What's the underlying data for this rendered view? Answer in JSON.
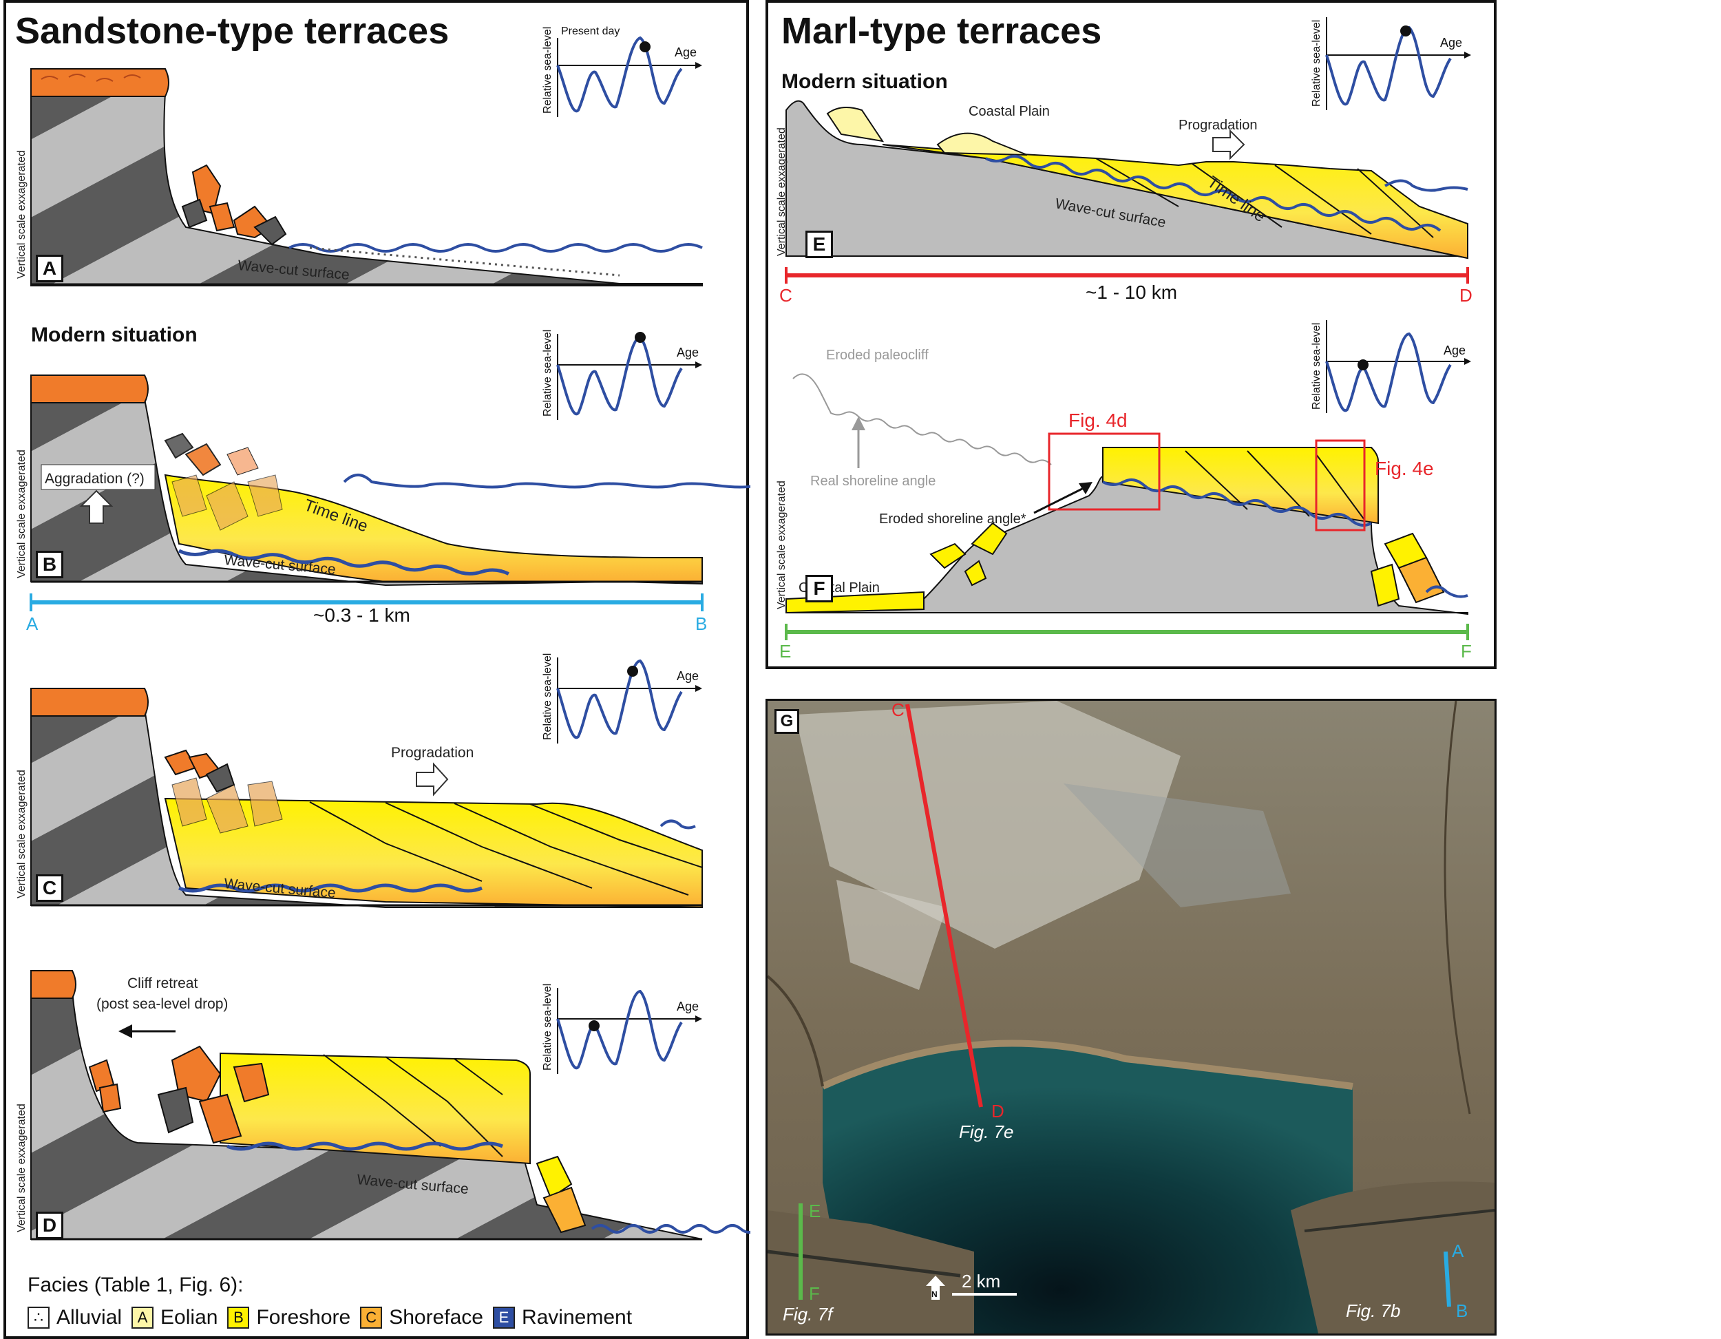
{
  "left": {
    "title": "Sandstone-type terraces",
    "modern_situation": "Modern situation",
    "vertical_scale": "Vertical scale exxagerated",
    "panels": [
      "A",
      "B",
      "C",
      "D"
    ],
    "wave_cut": "Wave-cut surface",
    "time_line": "Time line",
    "aggradation": "Aggradation (?)",
    "progradation": "Progradation",
    "cliff_retreat_1": "Cliff retreat",
    "cliff_retreat_2": "(post sea-level drop)",
    "scale_AB": {
      "start": "A",
      "end": "B",
      "label": "~0.3 - 1 km"
    },
    "present_day": "Present day"
  },
  "inset": {
    "ylabel": "Relative sea-level",
    "xlabel": "Age"
  },
  "right": {
    "title": "Marl-type terraces",
    "modern_situation": "Modern situation",
    "coastal_plain": "Coastal Plain",
    "progradation": "Progradation",
    "time_line": "Time line",
    "wave_cut": "Wave-cut surface",
    "panels": [
      "E",
      "F"
    ],
    "scale_CD": {
      "start": "C",
      "end": "D",
      "label": "~1 - 10 km"
    },
    "scale_EF": {
      "start": "E",
      "end": "F"
    },
    "eroded_paleocliff": "Eroded paleocliff",
    "real_shoreline": "Real shoreline angle",
    "eroded_shoreline": "Eroded shoreline angle*",
    "fig4d": "Fig. 4d",
    "fig4e": "Fig. 4e"
  },
  "map": {
    "panel": "G",
    "C": "C",
    "D": "D",
    "E": "E",
    "F": "F",
    "A": "A",
    "B": "B",
    "fig7e": "Fig. 7e",
    "fig7f": "Fig. 7f",
    "fig7b": "Fig. 7b",
    "north": "N",
    "scale": "2 km"
  },
  "legend": {
    "title": "Facies (Table 1, Fig. 6):",
    "items": [
      {
        "symbol": "∴",
        "label": "Alluvial",
        "color": "#ffffff"
      },
      {
        "symbol": "A",
        "label": "Eolian",
        "color": "#fdf6a8"
      },
      {
        "symbol": "B",
        "label": "Foreshore",
        "color": "#fff200"
      },
      {
        "symbol": "C",
        "label": "Shoreface",
        "color": "#fbb034"
      },
      {
        "symbol": "E",
        "label": "Ravinement",
        "color": "#2e4ea2"
      }
    ]
  },
  "colors": {
    "sea": "#2e4ea2",
    "scale_ab": "#29abe2",
    "scale_cd": "#e8262b",
    "scale_ef": "#5bb94b",
    "fig_box": "#e8262b",
    "orange": "#f07b2a",
    "foreshore": "#fff200",
    "shoreface": "#fbb034",
    "grey_light": "#bdbdbd",
    "grey_dark": "#595959"
  }
}
